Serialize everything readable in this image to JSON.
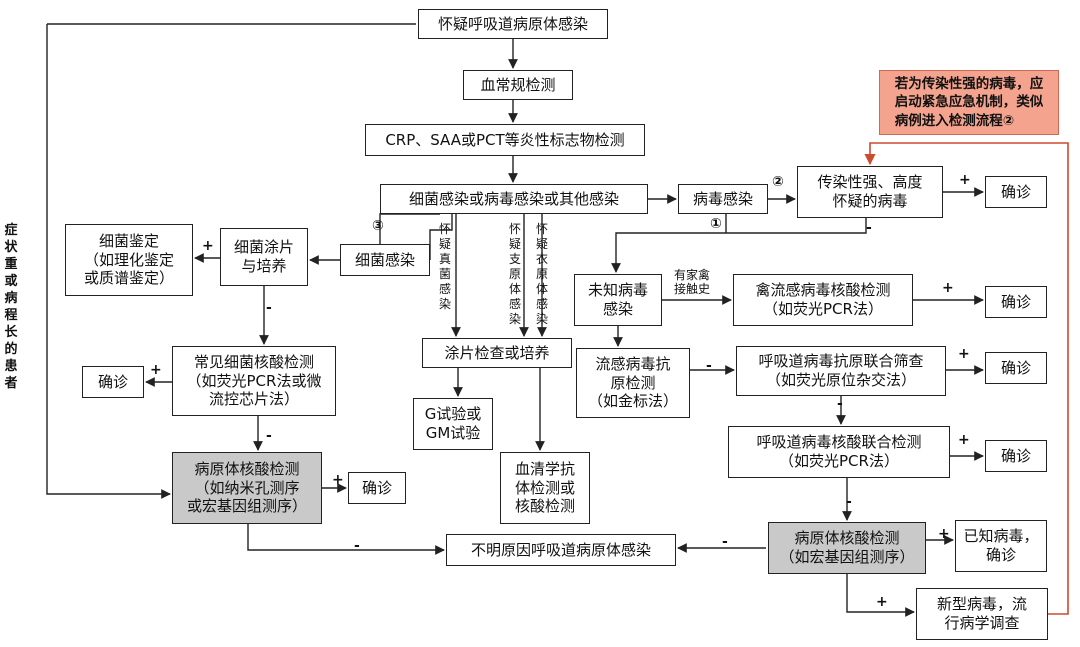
{
  "side_note": "症状重或病程长的患者",
  "nodes": {
    "suspect": "怀疑呼吸道病原体感染",
    "blood": "血常规检测",
    "crp": "CRP、SAA或PCT等炎性标志物检测",
    "classify": "细菌感染或病毒感染或其他感染",
    "virus": "病毒感染",
    "highly_infectious": "传染性强、高度\n怀疑的病毒",
    "confirm_hi": "确诊",
    "alert": "若为传染性强的病毒，应\n启动紧急应急机制，类似\n病例进入检测流程②",
    "bacteria": "细菌感染",
    "culture": "细菌涂片\n与培养",
    "identify": "细菌鉴定\n（如理化鉴定\n或质谱鉴定）",
    "common_bact": "常见细菌核酸检测\n（如荧光PCR法或微\n流控芯片法）",
    "confirm_bact": "确诊",
    "pathogen_left": "病原体核酸检测\n（如纳米孔测序\n或宏基因组测序）",
    "confirm_left": "确诊",
    "smear": "涂片检查或培养",
    "gtest": "G试验或\nGM试验",
    "serum": "血清学抗\n体检测或\n核酸检测",
    "unknown_virus": "未知病毒\n感染",
    "avian": "禽流感病毒核酸检测\n（如荧光PCR法）",
    "confirm_avian": "确诊",
    "flu_antigen": "流感病毒抗\n原检测\n（如金标法）",
    "resp_antigen": "呼吸道病毒抗原联合筛查\n（如荧光原位杂交法）",
    "confirm_resp": "确诊",
    "resp_nucleic": "呼吸道病毒核酸联合检测\n（如荧光PCR法）",
    "confirm_nucleic": "确诊",
    "pathogen_right": "病原体核酸检测\n（如宏基因组测序）",
    "known_virus": "已知病毒，\n确诊",
    "new_virus": "新型病毒，流\n行病学调查",
    "unexplained": "不明原因呼吸道病原体感染"
  },
  "branch_texts": {
    "fungus": "怀疑真菌感染",
    "mycoplasma": "怀疑支原体感染",
    "chlamydia": "怀疑衣原体感染"
  },
  "labels": {
    "circle1": "①",
    "circle2": "②",
    "circle3": "③",
    "plus": "+",
    "minus": "-",
    "poultry": "有家禽\n接触史"
  },
  "colors": {
    "line": "#222222",
    "alert_line": "#cc4a2e",
    "gray_box": "#c9c9c9",
    "alert_box": "#f4a48e"
  }
}
